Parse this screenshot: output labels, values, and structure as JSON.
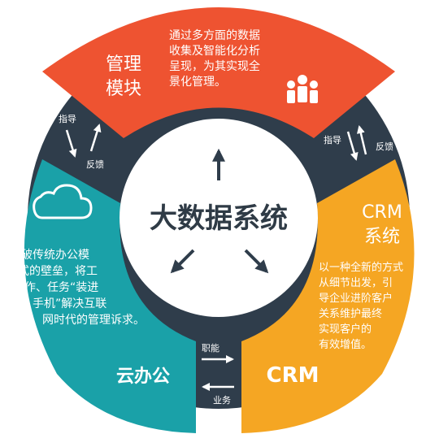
{
  "center": {
    "title": "大数据系统"
  },
  "management": {
    "title_line1": "管理",
    "title_line2": "模块",
    "desc": [
      "通过多方面的数据",
      "收集及智能化分析",
      "呈现，为其实现全",
      "景化管理。"
    ],
    "icon": "people-group-icon"
  },
  "crm": {
    "title_line1": "CRM",
    "title_line2": "系统",
    "desc": [
      "以一种全新的方式",
      "从细节出发，引",
      "导企业进阶客户",
      "关系维护最终",
      "实现客户的",
      "有效增值。"
    ],
    "bottom_label": "CRM"
  },
  "cloud": {
    "title": "云办公",
    "desc": [
      "打破传统办公模",
      "式的壁垒，将工",
      "作、任务“装进",
      "手机”解决互联",
      "网时代的管理诉求。"
    ],
    "icon": "cloud-icon"
  },
  "connectors": {
    "left": {
      "top": "指导",
      "bottom": "反馈"
    },
    "right": {
      "top": "指导",
      "bottom": "反馈"
    },
    "bottom": {
      "top": "职能",
      "bottom": "业务"
    }
  },
  "colors": {
    "management": "#ee5331",
    "crm": "#f5a623",
    "cloud": "#1aa1a8",
    "dark_ring": "#2f3d4b",
    "center_bg": "#ffffff"
  }
}
